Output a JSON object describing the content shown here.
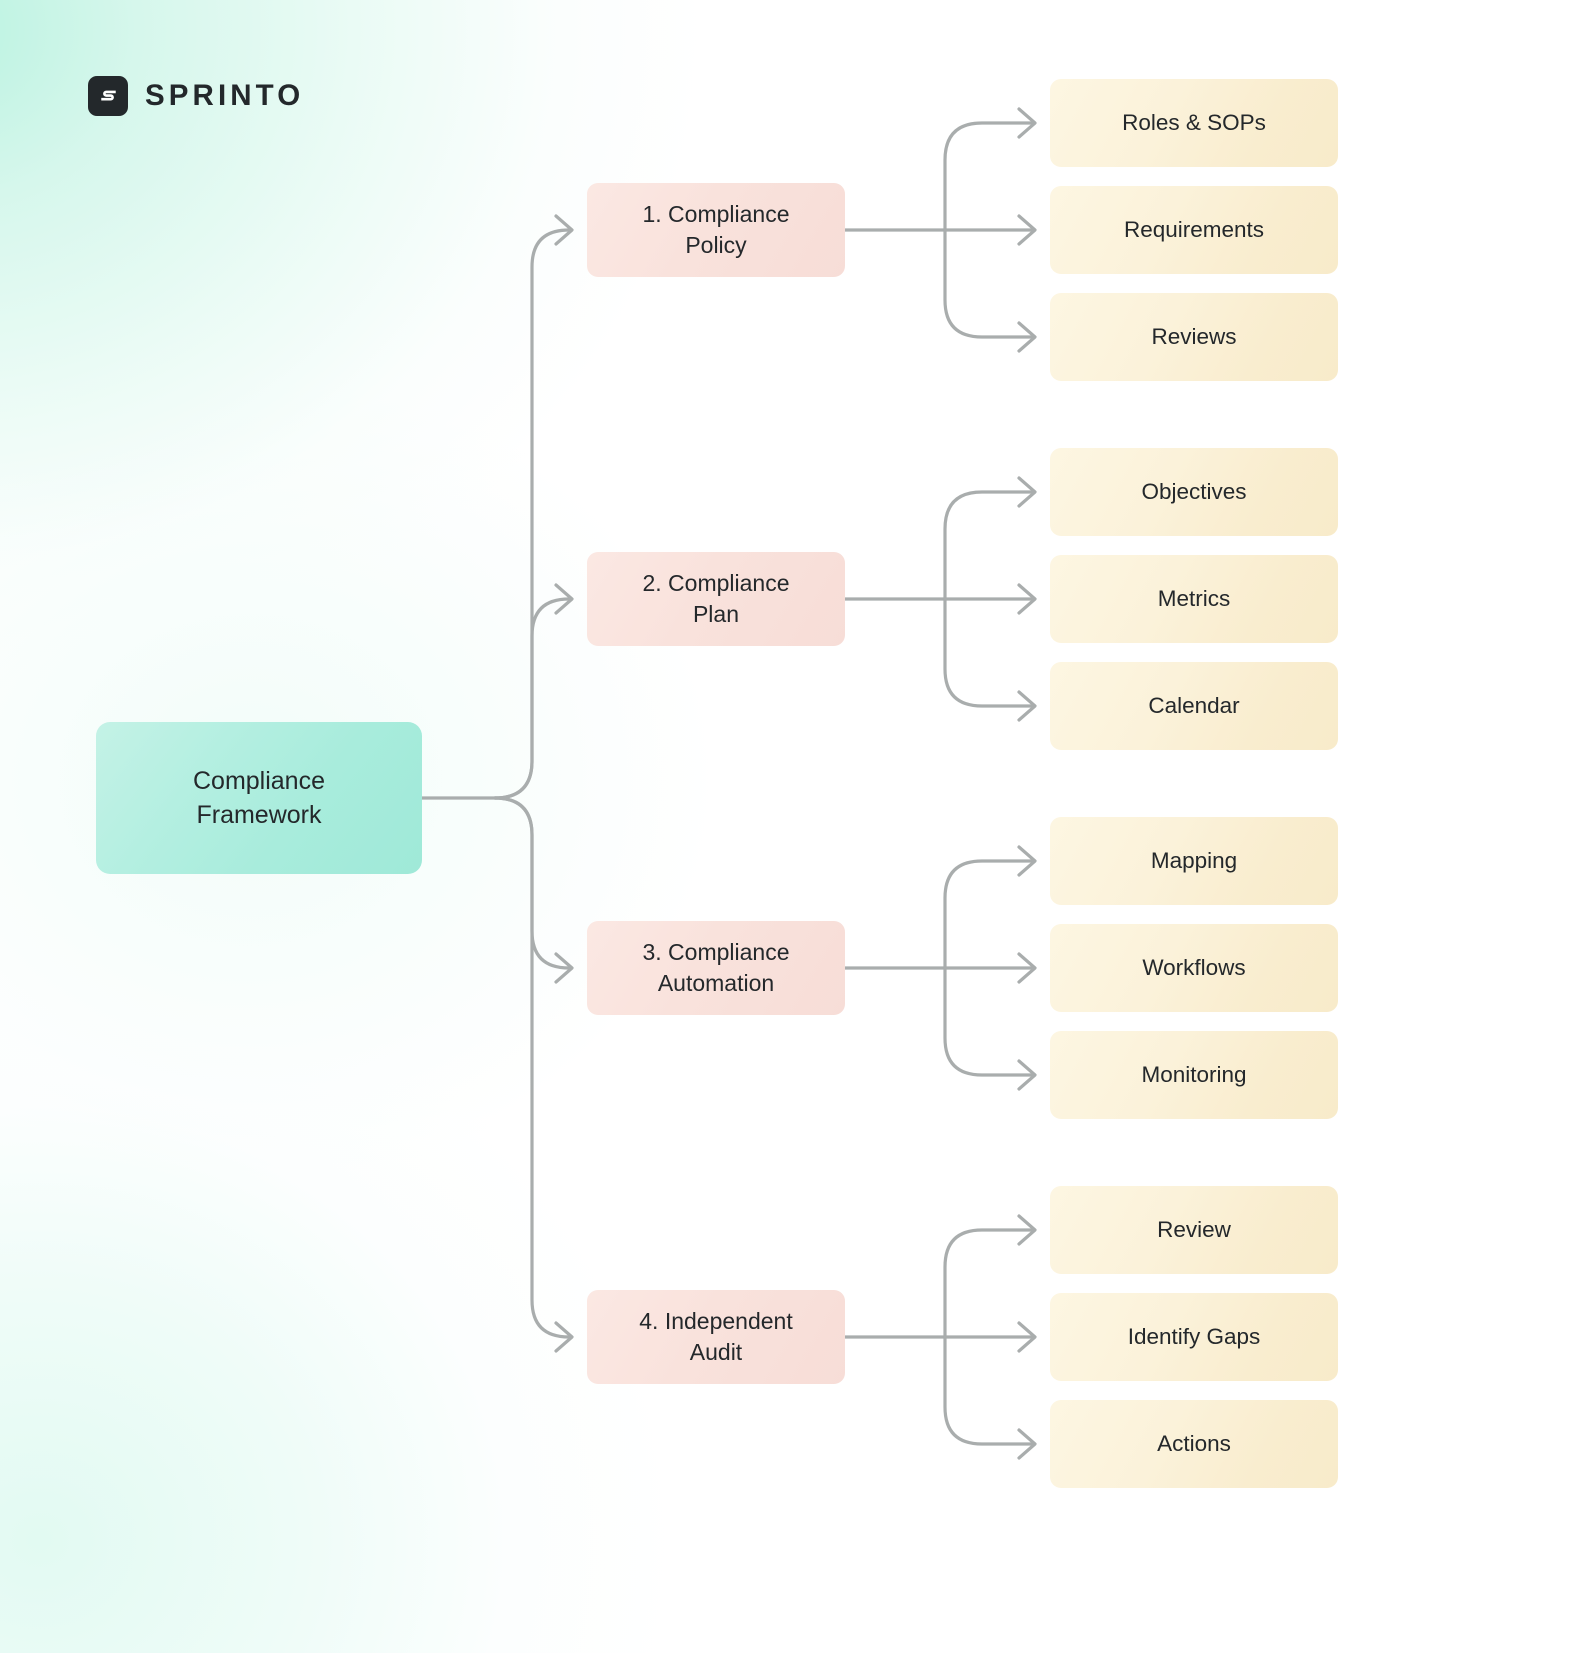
{
  "brand": {
    "name": "SPRINTO",
    "mark_letter": "S",
    "mark_color": "#23282b",
    "wordmark_color": "#23282b"
  },
  "diagram": {
    "type": "hierarchy-tree",
    "orientation": "left-to-right",
    "root": {
      "label": "Compliance Framework",
      "line1": "Compliance",
      "line2": "Framework",
      "color": "#b4efe1"
    },
    "connector_color": "#a9adad",
    "branches": [
      {
        "label": "1. Compliance Policy",
        "line1": "1. Compliance",
        "line2": "Policy",
        "color": "#f9e2dc",
        "children": [
          {
            "label": "Roles & SOPs",
            "color": "#fbf2da"
          },
          {
            "label": "Requirements",
            "color": "#fbf2da"
          },
          {
            "label": "Reviews",
            "color": "#fbf2da"
          }
        ]
      },
      {
        "label": "2. Compliance Plan",
        "line1": "2. Compliance",
        "line2": "Plan",
        "color": "#f9e2dc",
        "children": [
          {
            "label": "Objectives",
            "color": "#fbf2da"
          },
          {
            "label": "Metrics",
            "color": "#fbf2da"
          },
          {
            "label": "Calendar",
            "color": "#fbf2da"
          }
        ]
      },
      {
        "label": "3. Compliance Automation",
        "line1": "3. Compliance",
        "line2": "Automation",
        "color": "#f9e2dc",
        "children": [
          {
            "label": "Mapping",
            "color": "#fbf2da"
          },
          {
            "label": "Workflows",
            "color": "#fbf2da"
          },
          {
            "label": "Monitoring",
            "color": "#fbf2da"
          }
        ]
      },
      {
        "label": "4. Independent Audit",
        "line1": "4. Independent",
        "line2": "Audit",
        "color": "#f9e2dc",
        "children": [
          {
            "label": "Review",
            "color": "#fbf2da"
          },
          {
            "label": "Identify Gaps",
            "color": "#fbf2da"
          },
          {
            "label": "Actions",
            "color": "#fbf2da"
          }
        ]
      }
    ]
  }
}
